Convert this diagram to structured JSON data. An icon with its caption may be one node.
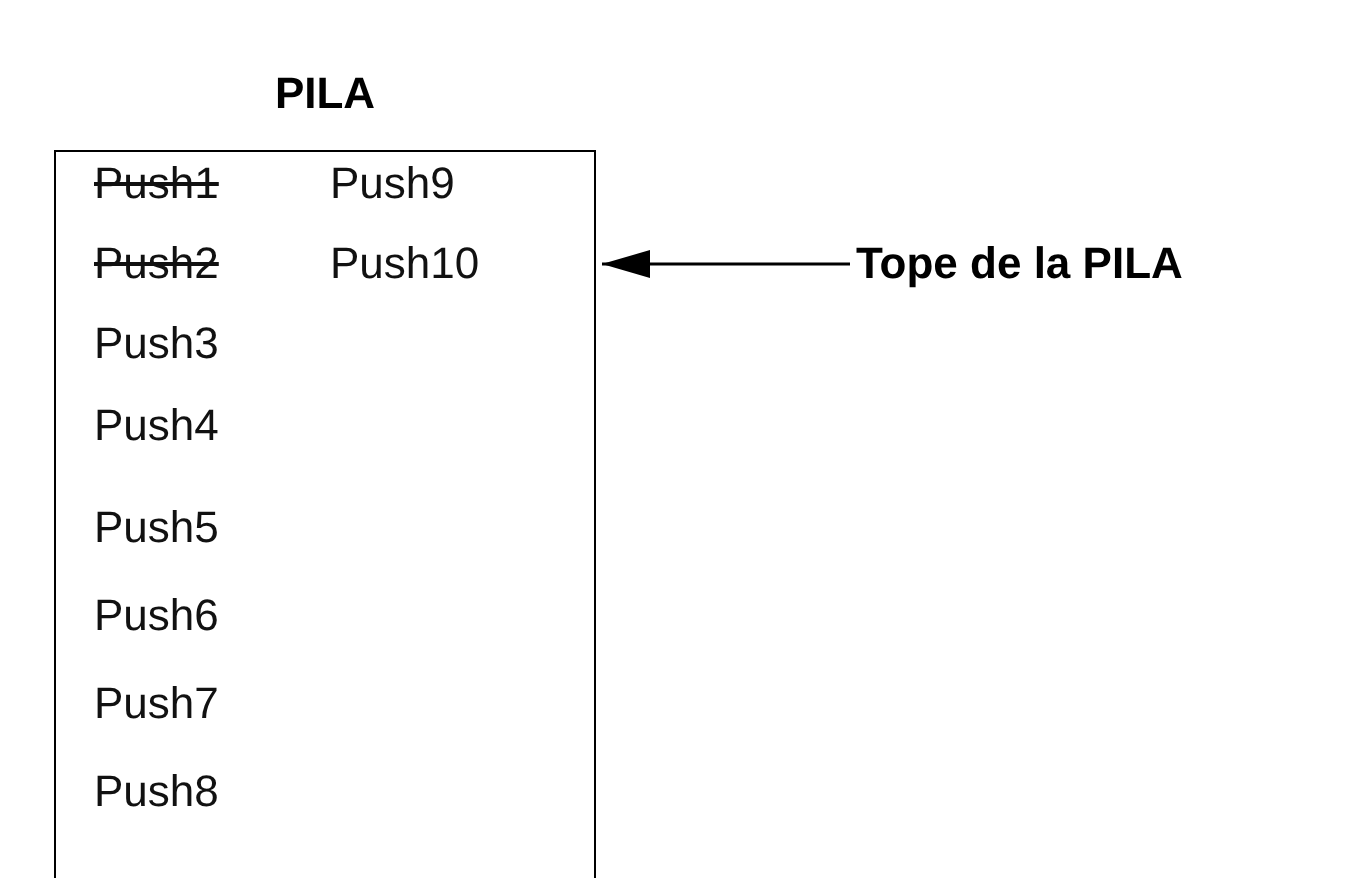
{
  "diagram": {
    "nodes": [
      {
        "text": [
          "PILA"
        ]
      },
      {
        "text": [
          "Tope de la PILA"
        ]
      }
    ],
    "edges": [
      {
        "from": 1,
        "to": 0,
        "arrow": "to"
      }
    ],
    "labels": [
      "Push1",
      "Push9",
      "Push2",
      "Push10",
      "Push3",
      "Push4",
      "Push5",
      "Push6",
      "Push7",
      "Push8"
    ]
  }
}
